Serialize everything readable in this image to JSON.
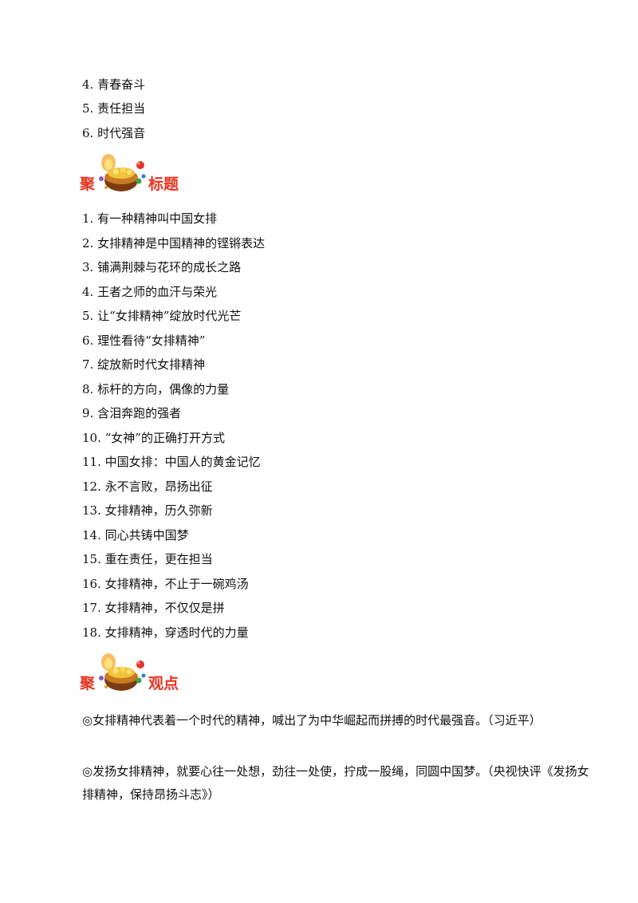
{
  "top_list": [
    "4. 青春奋斗",
    "5. 责任担当",
    "6. 时代强音"
  ],
  "headings": {
    "prefix": "聚",
    "titles_label": "标题",
    "viewpoints_label": "观点"
  },
  "titles": [
    "1. 有一种精神叫中国女排",
    "2. 女排精神是中国精神的铿锵表达",
    "3. 铺满荆棘与花环的成长之路",
    "4. 王者之师的血汗与荣光",
    "5. 让“女排精神”绽放时代光芒",
    "6. 理性看待“女排精神”",
    "7. 绽放新时代女排精神",
    "8. 标杆的方向，偶像的力量",
    "9. 含泪奔跑的强者",
    "10. “女神”的正确打开方式",
    "11. 中国女排：中国人的黄金记忆",
    "12. 永不言败，昂扬出征",
    "13. 女排精神，历久弥新",
    "14. 同心共铸中国梦",
    "15. 重在责任，更在担当",
    "16. 女排精神，不止于一碗鸡汤",
    "17. 女排精神，不仅仅是拼",
    "18. 女排精神，穿透时代的力量"
  ],
  "viewpoints": [
    "◎女排精神代表着一个时代的精神，喊出了为中华崛起而拼搏的时代最强音。（习近平）",
    "◎发扬女排精神，就要心往一处想，劲往一处使，拧成一股绳，同圆中国梦。（央视快评《发扬女排精神，保持昂扬斗志》）"
  ]
}
